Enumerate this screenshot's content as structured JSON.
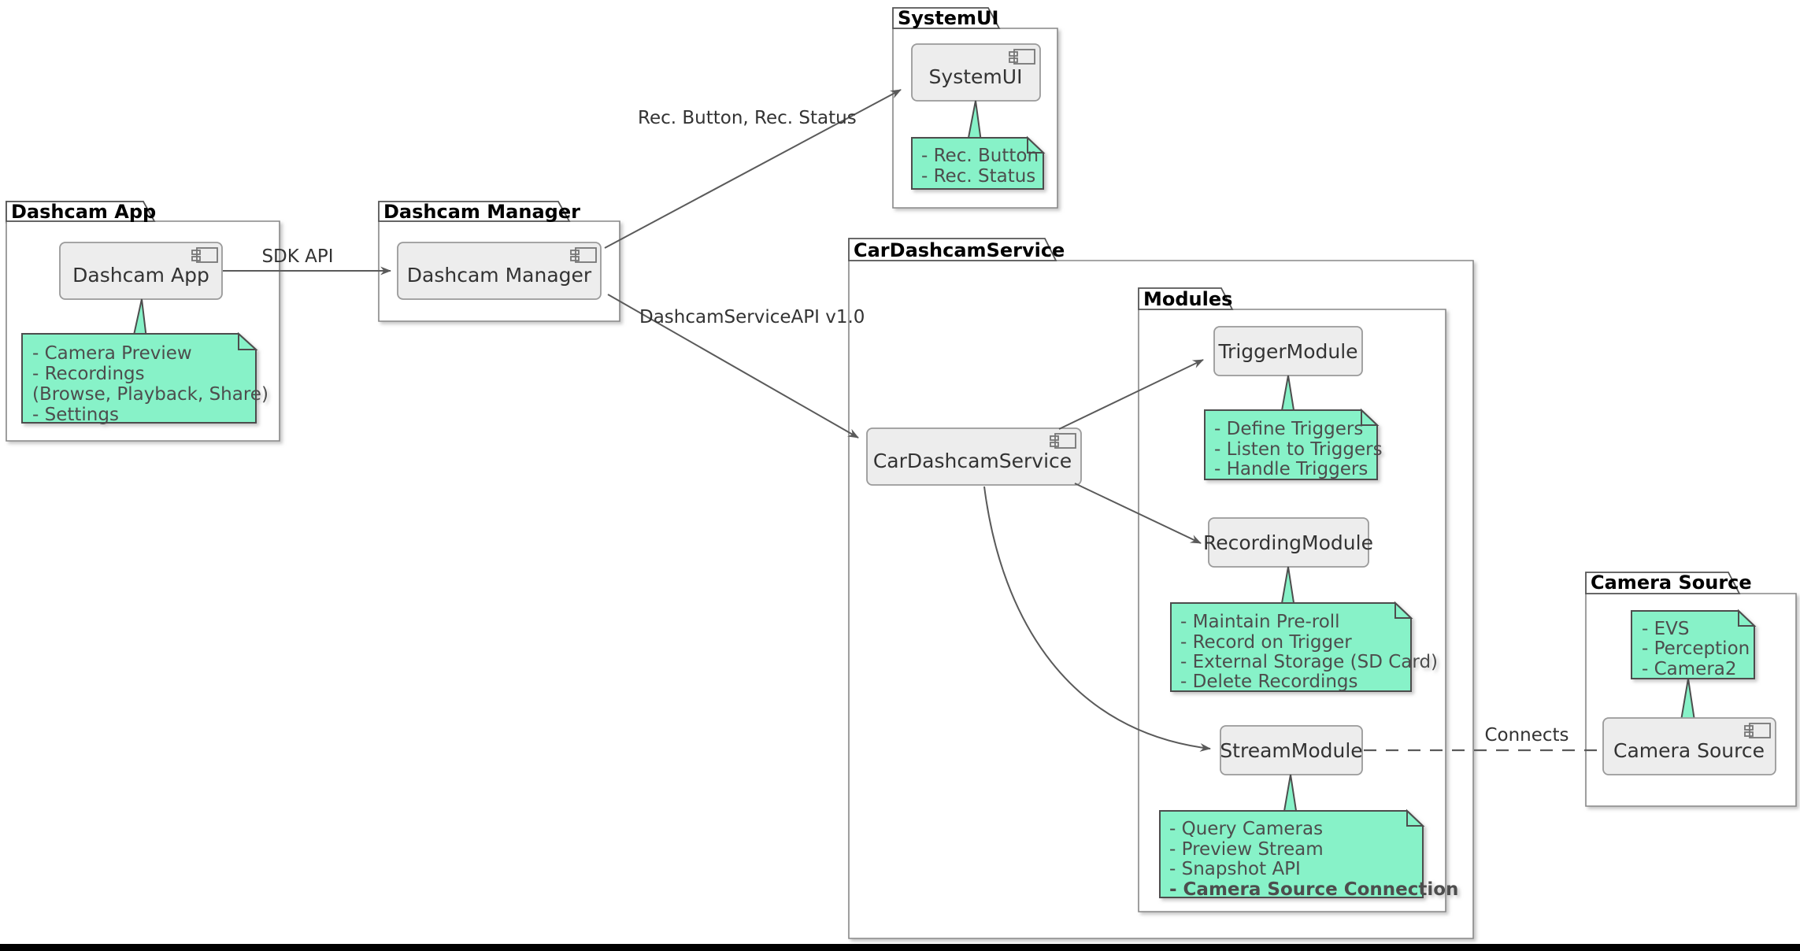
{
  "diagram": {
    "type": "uml-component-diagram",
    "title_visible": false,
    "background": "#ffffff",
    "note_fill": "#87f2c8",
    "component_fill": "#ededed",
    "line_color": "#5a5a5a"
  },
  "packages": [
    {
      "id": "dashcam-app-pkg",
      "label": "Dashcam App",
      "component": {
        "label": "Dashcam App",
        "icon": "component-icon"
      },
      "note": {
        "lines": [
          {
            "text": "- Camera Preview",
            "bold": false
          },
          {
            "text": "- Recordings",
            "bold": false
          },
          {
            "text": "  (Browse, Playback, Share)",
            "bold": false
          },
          {
            "text": "- Settings",
            "bold": false
          }
        ]
      }
    },
    {
      "id": "dashcam-manager-pkg",
      "label": "Dashcam Manager",
      "component": {
        "label": "Dashcam Manager",
        "icon": "component-icon"
      },
      "note": null
    },
    {
      "id": "systemui-pkg",
      "label": "SystemUI",
      "component": {
        "label": "SystemUI",
        "icon": "component-icon"
      },
      "note": {
        "lines": [
          {
            "text": "- Rec. Button",
            "bold": false
          },
          {
            "text": "- Rec. Status",
            "bold": false
          }
        ]
      }
    },
    {
      "id": "cardashcamservice-pkg",
      "label": "CarDashcamService",
      "component": {
        "label": "CarDashcamService",
        "icon": "component-icon"
      },
      "note": null
    },
    {
      "id": "modules-pkg",
      "label": "Modules",
      "components": [
        {
          "id": "trigger-module",
          "label": "TriggerModule",
          "note": {
            "lines": [
              {
                "text": "- Define Triggers",
                "bold": false
              },
              {
                "text": "- Listen to Triggers",
                "bold": false
              },
              {
                "text": "- Handle Triggers",
                "bold": false
              }
            ]
          }
        },
        {
          "id": "recording-module",
          "label": "RecordingModule",
          "note": {
            "lines": [
              {
                "text": "- Maintain Pre-roll",
                "bold": false
              },
              {
                "text": "- Record on Trigger",
                "bold": false
              },
              {
                "text": "- External Storage (SD Card)",
                "bold": false
              },
              {
                "text": "- Delete Recordings",
                "bold": false
              }
            ]
          }
        },
        {
          "id": "stream-module",
          "label": "StreamModule",
          "note": {
            "lines": [
              {
                "text": "- Query Cameras",
                "bold": false
              },
              {
                "text": "- Preview Stream",
                "bold": false
              },
              {
                "text": "- Snapshot API",
                "bold": false
              },
              {
                "text": "- Camera Source Connection",
                "bold": true
              }
            ]
          }
        }
      ]
    },
    {
      "id": "camera-source-pkg",
      "label": "Camera Source",
      "component": {
        "label": "Camera Source",
        "icon": "component-icon"
      },
      "note": {
        "lines": [
          {
            "text": "- EVS",
            "bold": false
          },
          {
            "text": "- Perception",
            "bold": false
          },
          {
            "text": "- Camera2",
            "bold": false
          }
        ]
      }
    }
  ],
  "edges": [
    {
      "id": "edge-sdk-api",
      "label": "SDK API",
      "from": "Dashcam App",
      "to": "Dashcam Manager",
      "style": "solid-arrow"
    },
    {
      "id": "edge-rec-button-status",
      "label": "Rec. Button, Rec. Status",
      "from": "Dashcam Manager",
      "to": "SystemUI",
      "style": "solid-arrow"
    },
    {
      "id": "edge-dashcamserviceapi",
      "label": "DashcamServiceAPI v1.0",
      "from": "Dashcam Manager",
      "to": "CarDashcamService",
      "style": "solid-arrow"
    },
    {
      "id": "edge-to-trigger",
      "label": "",
      "from": "CarDashcamService",
      "to": "TriggerModule",
      "style": "solid-arrow"
    },
    {
      "id": "edge-to-recording",
      "label": "",
      "from": "CarDashcamService",
      "to": "RecordingModule",
      "style": "solid-arrow"
    },
    {
      "id": "edge-to-stream",
      "label": "",
      "from": "CarDashcamService",
      "to": "StreamModule",
      "style": "solid-arrow"
    },
    {
      "id": "edge-connects",
      "label": "Connects",
      "from": "StreamModule",
      "to": "Camera Source",
      "style": "dashed"
    }
  ]
}
